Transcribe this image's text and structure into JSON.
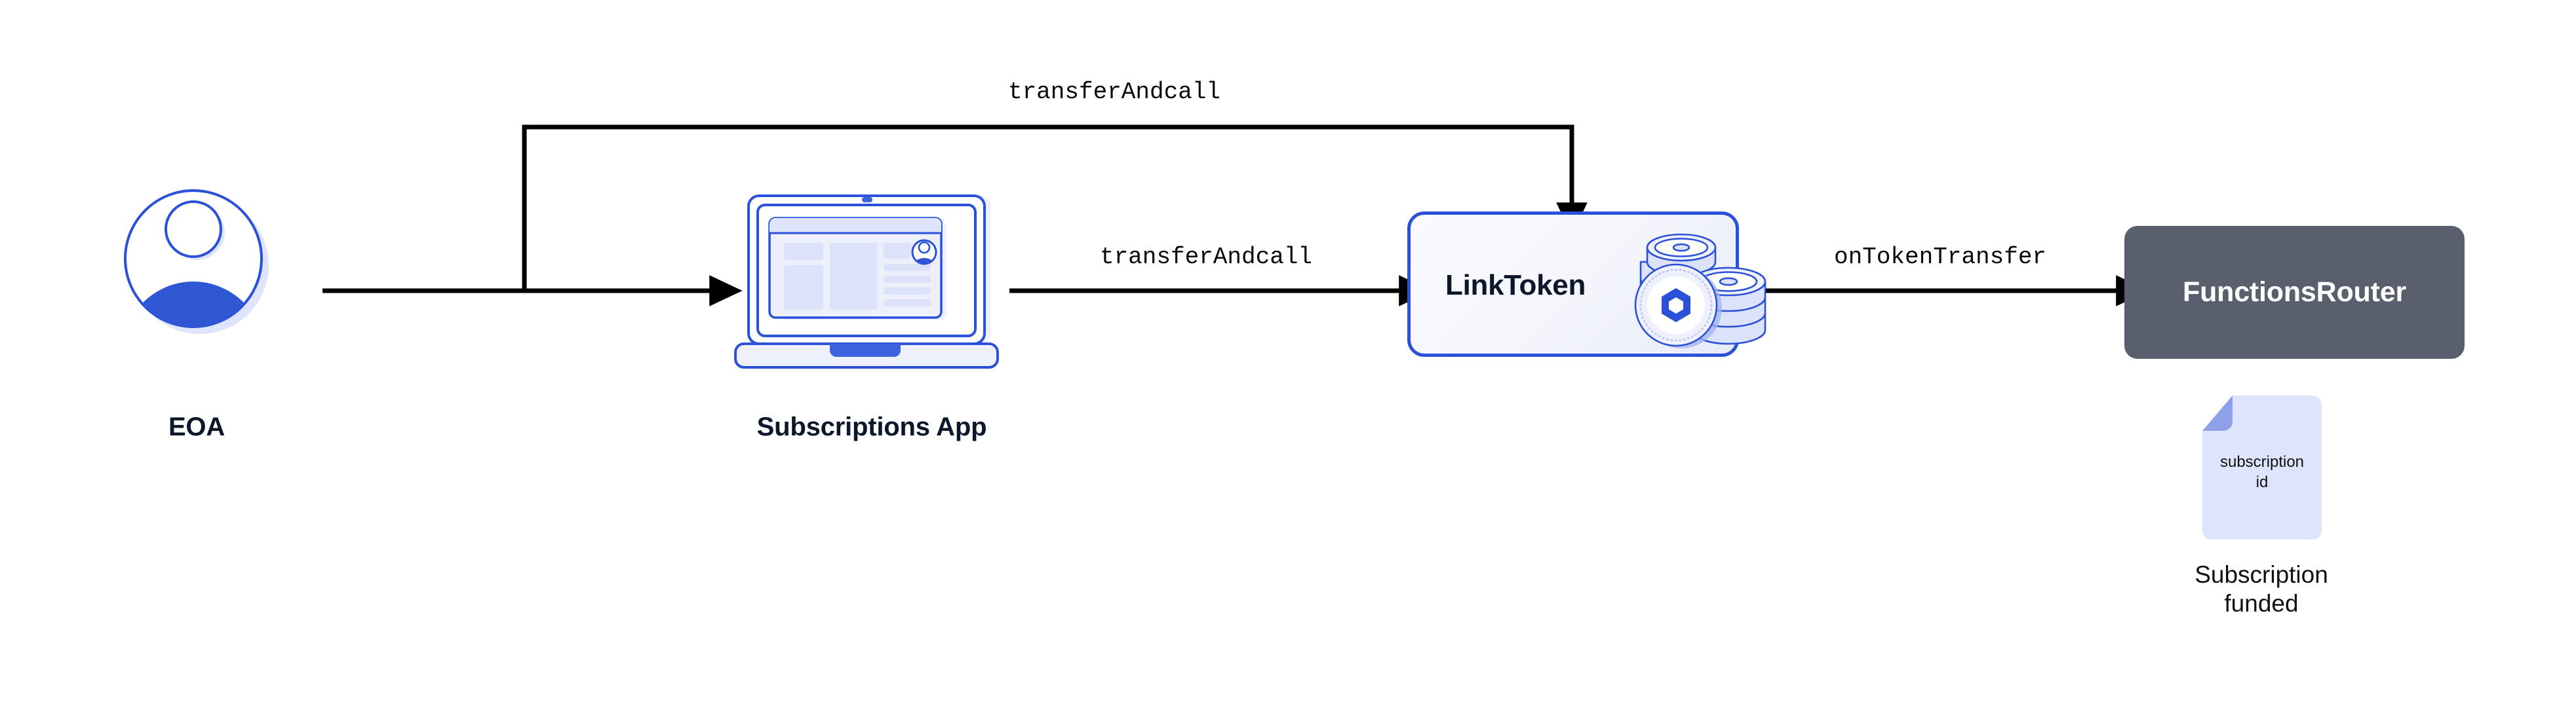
{
  "diagram": {
    "title": "Chainlink Functions subscription funding flow",
    "background": "#ffffff",
    "colors": {
      "accent_blue": "#2a51d8",
      "light_blue_fill": "#dbe2fa",
      "pale_fill": "#eef1fc",
      "dark_slate": "#5a5f6e",
      "text_dark": "#0d172a",
      "arrow_black": "#000000",
      "doc_body": "#dde4fb",
      "doc_fold": "#8fa0e8"
    },
    "nodes": [
      {
        "id": "eoa",
        "label": "EOA",
        "icon": "user-avatar-icon"
      },
      {
        "id": "app",
        "label": "Subscriptions App",
        "icon": "laptop-icon"
      },
      {
        "id": "linktoken",
        "label": "LinkToken",
        "icon": "coin-stack-icon"
      },
      {
        "id": "router",
        "label": "FunctionsRouter",
        "icon": "none"
      }
    ],
    "edges": [
      {
        "id": "e1",
        "from": "eoa",
        "to": "app",
        "label": "transferAndcall",
        "label_shown": false
      },
      {
        "id": "e2",
        "from": "eoa",
        "to": "linktoken",
        "label": "transferAndcall",
        "label_shown": true,
        "routing": "top-bypass"
      },
      {
        "id": "e3",
        "from": "app",
        "to": "linktoken",
        "label": "transferAndcall",
        "label_shown": true,
        "routing": "straight"
      },
      {
        "id": "e4",
        "from": "linktoken",
        "to": "router",
        "label": "onTokenTransfer",
        "label_shown": true,
        "routing": "straight"
      }
    ],
    "artifact": {
      "icon": "document-icon",
      "doc_text_line1": "subscription",
      "doc_text_line2": "id",
      "caption_line1": "Subscription",
      "caption_line2": "funded"
    }
  }
}
